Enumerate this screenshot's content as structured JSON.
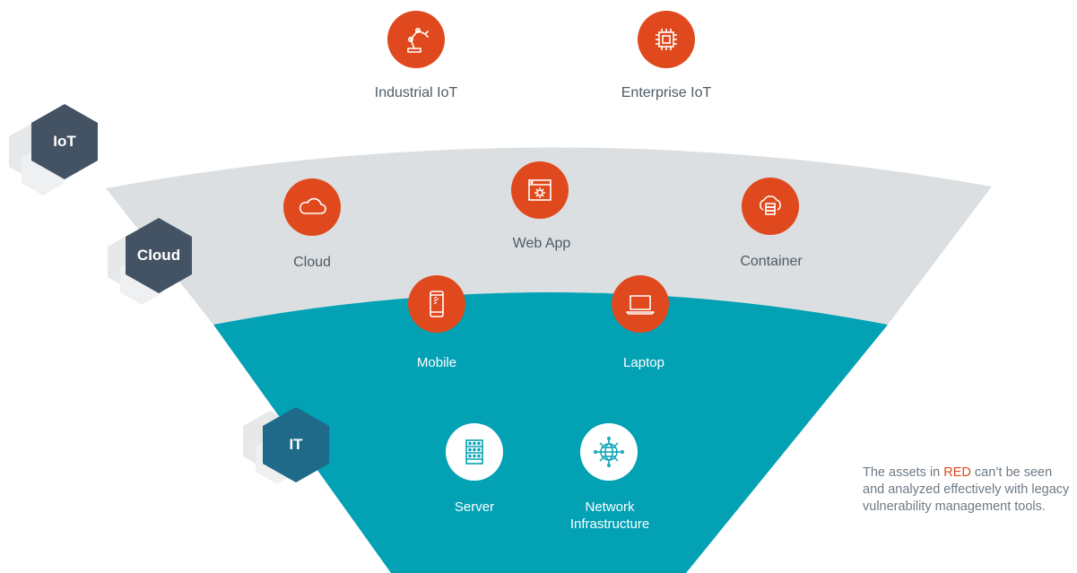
{
  "colors": {
    "accent_red": "#e0491d",
    "teal": "#02a1b4",
    "band_gray": "#dcdfe1",
    "hex_dark": "#435363",
    "hex_it": "#1e6a88",
    "hex_shadow": "#e6e8ea"
  },
  "tiers": [
    {
      "id": "iot",
      "label": "IoT"
    },
    {
      "id": "cloud",
      "label": "Cloud"
    },
    {
      "id": "it",
      "label": "IT"
    }
  ],
  "assets": {
    "industrial_iot": {
      "label": "Industrial IoT",
      "icon": "robot-arm-icon"
    },
    "enterprise_iot": {
      "label": "Enterprise IoT",
      "icon": "chip-icon"
    },
    "cloud": {
      "label": "Cloud",
      "icon": "cloud-icon"
    },
    "web_app": {
      "label": "Web App",
      "icon": "web-app-gear-icon"
    },
    "container": {
      "label": "Container",
      "icon": "cloud-container-icon"
    },
    "mobile": {
      "label": "Mobile",
      "icon": "mobile-phone-icon"
    },
    "laptop": {
      "label": "Laptop",
      "icon": "laptop-icon"
    },
    "server": {
      "label": "Server",
      "icon": "server-rack-icon"
    },
    "network": {
      "label_line1": "Network",
      "label_line2": "Infrastructure",
      "icon": "globe-network-icon"
    }
  },
  "note": {
    "before": "The assets in ",
    "highlight": "RED",
    "after": " can’t be seen and analyzed effectively with legacy vulnerability management tools."
  }
}
